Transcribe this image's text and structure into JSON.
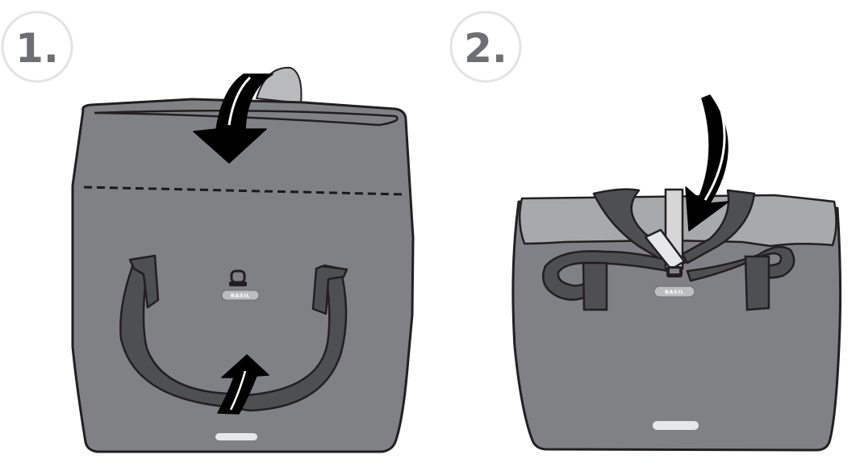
{
  "steps": [
    {
      "number": "1.",
      "brand": "BASIL"
    },
    {
      "number": "2.",
      "brand": "BASIL"
    }
  ],
  "colors": {
    "bag_body": "#808184",
    "bag_fold": "#a8a9ab",
    "strap": "#4e4f51",
    "outline": "#231f20",
    "arrow": "#000000",
    "step_circle": "#e8e8e9",
    "step_text": "#6e6f71",
    "reflector": "#e6e7e8",
    "velcro": "#d6d6d7"
  },
  "icons": [
    "fold-arrow-icon",
    "up-arrow-icon",
    "down-arrow-icon",
    "d-ring-icon"
  ]
}
